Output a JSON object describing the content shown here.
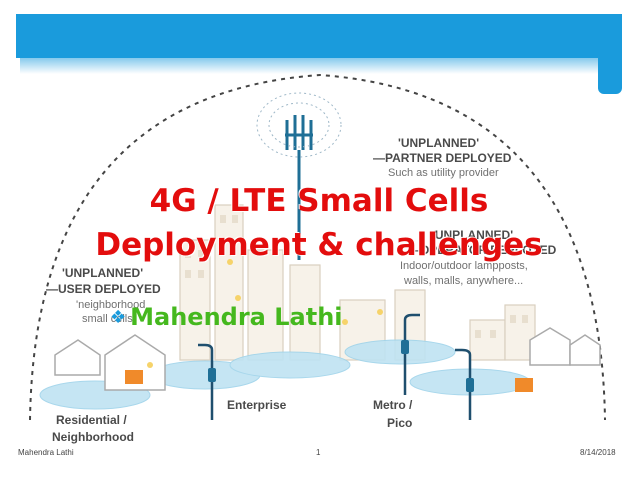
{
  "slide": {
    "title_line1": "4G / LTE Small Cells",
    "title_line2": "Deployment & challenges",
    "author_bullet": "❖",
    "author": "Mahendra Lathi"
  },
  "illustration": {
    "partner_title": "'UNPLANNED'",
    "partner_sub": "—PARTNER DEPLOYED",
    "partner_note": "Such as utility provider",
    "operator_title": "'UNPLANNED'",
    "operator_sub": "—OPERATOR DEPLOYED",
    "operator_note1": "Indoor/outdoor lampposts,",
    "operator_note2": "walls, malls, anywhere...",
    "user_title": "'UNPLANNED'",
    "user_sub": "—USER DEPLOYED",
    "user_note1": "'neighborhood",
    "user_note2": "small cells'",
    "zone_residential1": "Residential /",
    "zone_residential2": "Neighborhood",
    "zone_enterprise": "Enterprise",
    "zone_metro1": "Metro /",
    "zone_metro2": "Pico"
  },
  "footer": {
    "author": "Mahendra Lathi",
    "page": "1",
    "date": "8/14/2018"
  },
  "colors": {
    "accent_blue": "#1a9bdc",
    "title_red": "#e30d0d",
    "author_green": "#45b81e"
  }
}
